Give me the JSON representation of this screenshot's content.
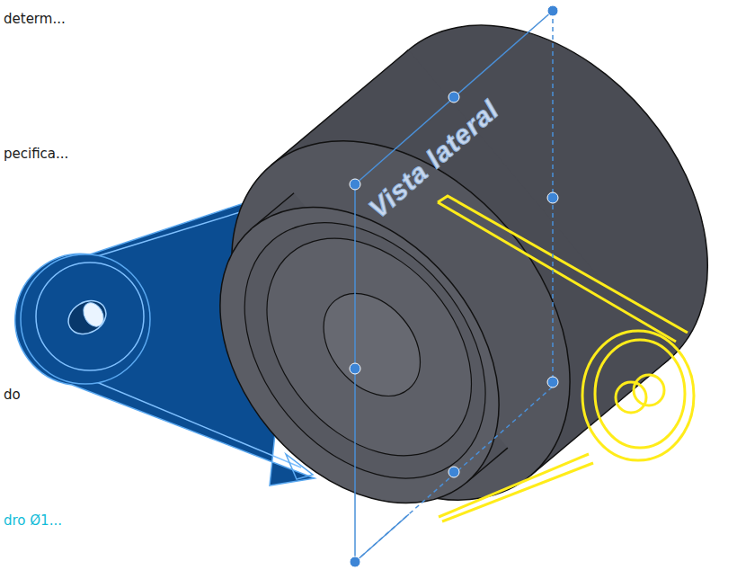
{
  "diagram": {
    "labels": [
      "determ...",
      "pecifica...",
      "do",
      "dro Ø1...",
      "Vista lateral"
    ]
  }
}
